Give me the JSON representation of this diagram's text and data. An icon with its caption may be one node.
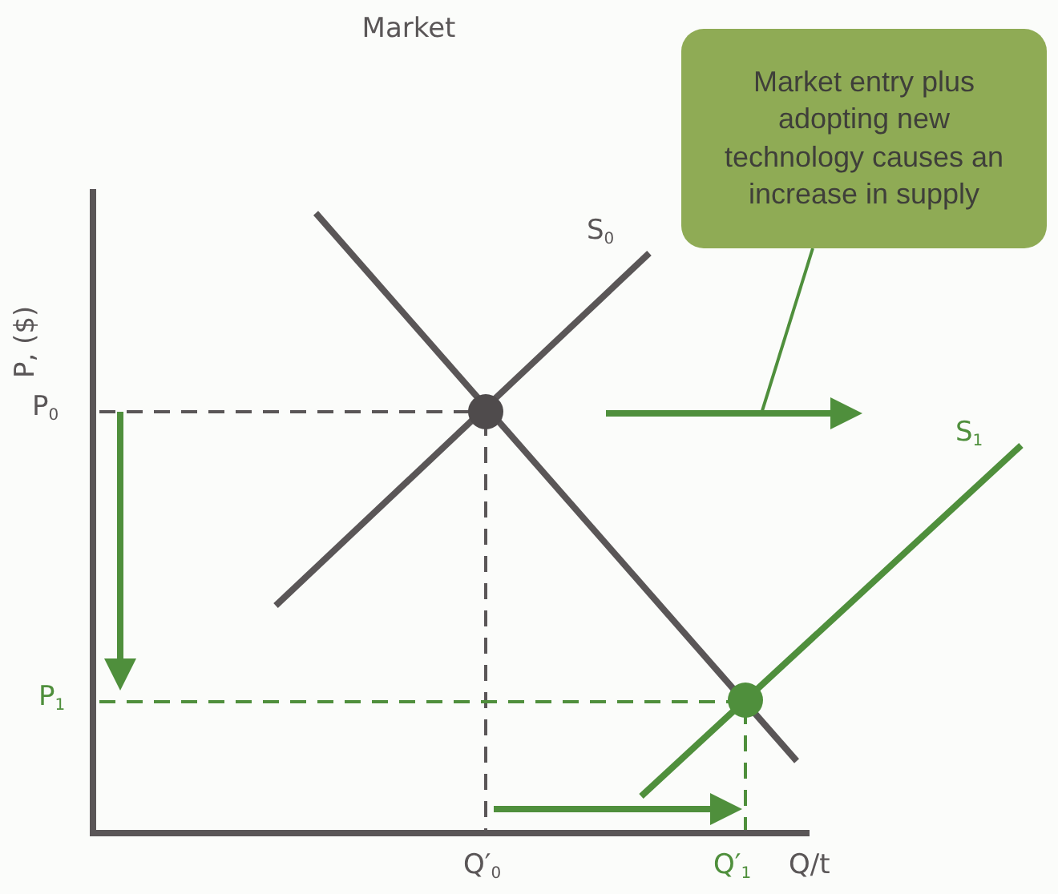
{
  "diagram": {
    "title": "Market",
    "nodes": [
      {
        "text": [
          "Market entry plus adopting new technology causes an increase in supply"
        ]
      },
      {
        "text": [],
        "shape": "arrow"
      },
      {
        "text": [],
        "shape": "arrow"
      },
      {
        "text": [],
        "shape": "arrow"
      }
    ],
    "edges": [
      {
        "from": 0,
        "to": 1,
        "arrow": "none"
      }
    ],
    "labels": [
      "S$_{0}$",
      "P, ($)",
      "P$_{0}$",
      "S$_{1}$",
      "P$_{1}$",
      "Q′$_{0}$",
      "Q′$_{1}$",
      "Q/t"
    ]
  }
}
